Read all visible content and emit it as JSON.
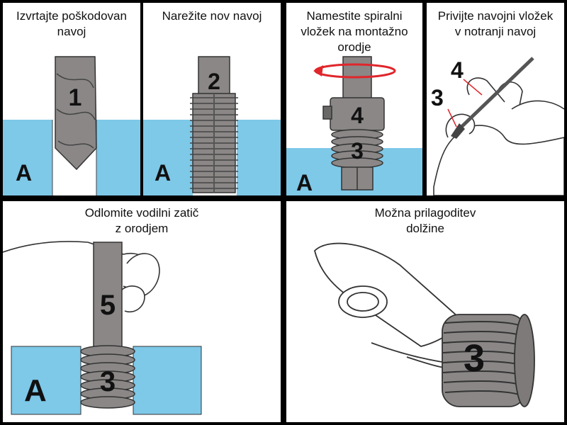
{
  "panels": [
    {
      "caption": "Izvrtajte poškodovan\nnavoj",
      "label_a": "A",
      "part": "1"
    },
    {
      "caption": "Narežite nov navoj",
      "label_a": "A",
      "part": "2"
    },
    {
      "caption": "Namestite spiralni\nvložek na montažno\norodje",
      "label_a": "A",
      "part_tool": "4",
      "part_insert": "3"
    },
    {
      "caption": "Privijte navojni vložek\nv notranji navoj",
      "part_tool": "4",
      "part_insert": "3"
    },
    {
      "caption": "Odlomite vodilni zatič\nz orodjem",
      "label_a": "A",
      "part_tool": "5",
      "part_insert": "3"
    },
    {
      "caption": "Možna prilagoditev\ndolžine",
      "part_insert": "3"
    }
  ],
  "colors": {
    "material": "#7ec8e8",
    "metal": "#8a8786",
    "metal_dark": "#5c5a59",
    "outline": "#222222",
    "arrow": "#e0262b"
  }
}
